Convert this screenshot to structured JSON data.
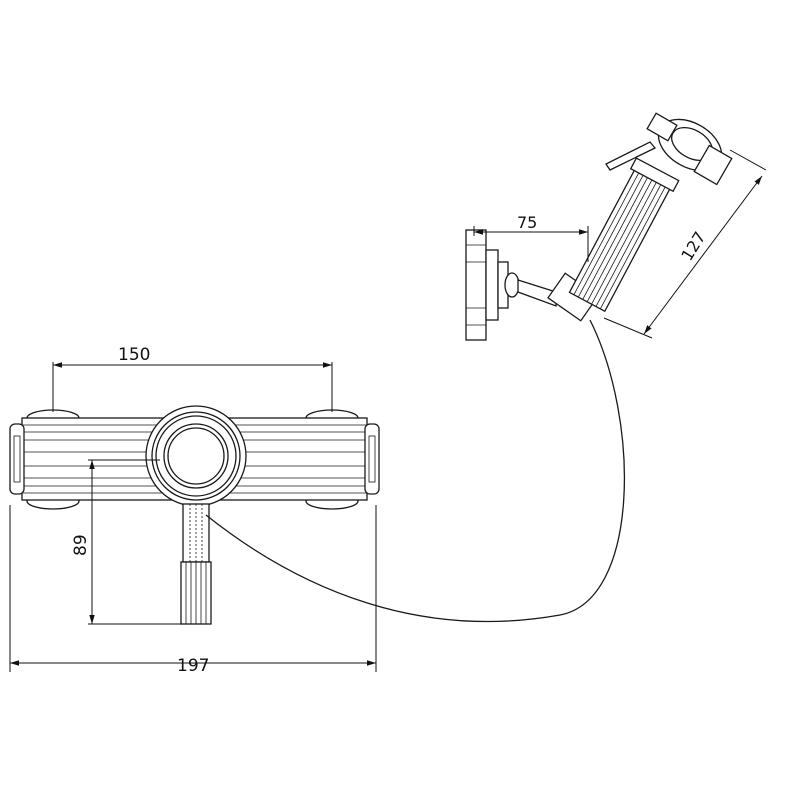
{
  "dimensions": {
    "mixer_spacing": "150",
    "overall_width": "197",
    "spout_height": "89",
    "holder_projection": "75",
    "handshower_length": "127"
  },
  "colors": {
    "line": "#1a1a1a",
    "background": "#ffffff"
  }
}
